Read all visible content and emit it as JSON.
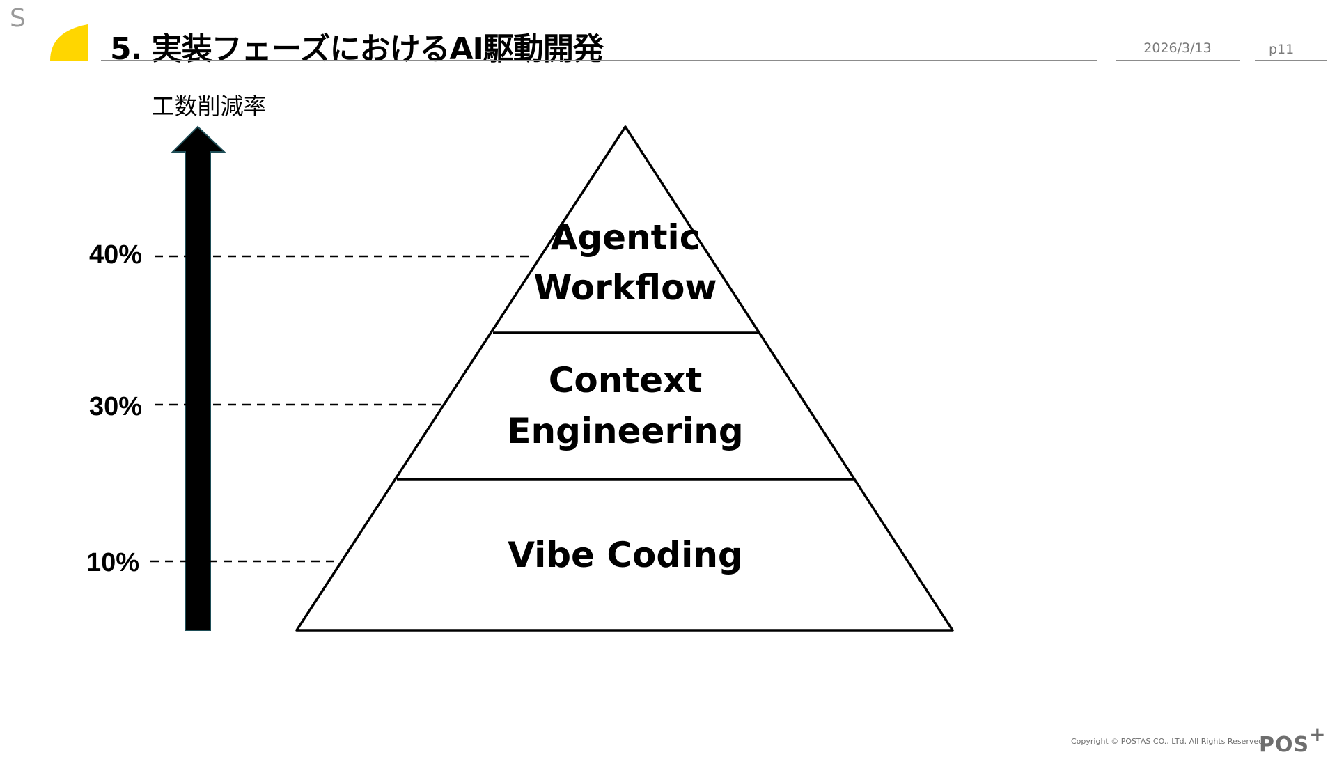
{
  "header": {
    "corner_letter": "S",
    "title": "5. 実装フェーズにおけるAI駆動開発",
    "date": "2026/3/13",
    "page": "p11"
  },
  "colors": {
    "accent": "#FFD600",
    "arrow": "#000000",
    "rule": "#8C8C8C"
  },
  "diagram": {
    "axis_label": "工数削減率",
    "levels": [
      {
        "label": "40%"
      },
      {
        "label": "30%"
      },
      {
        "label": "10%"
      }
    ],
    "pyramid": {
      "top": {
        "line1": "Agentic",
        "line2": "Workflow"
      },
      "middle": {
        "line1": "Context",
        "line2": "Engineering"
      },
      "bottom": {
        "line1": "Vibe Coding"
      }
    }
  },
  "footer": {
    "copyright": "Copyright © POSTAS CO., LTd. All Rights Reserved.",
    "brand": "POS",
    "brand_plus": "+"
  }
}
